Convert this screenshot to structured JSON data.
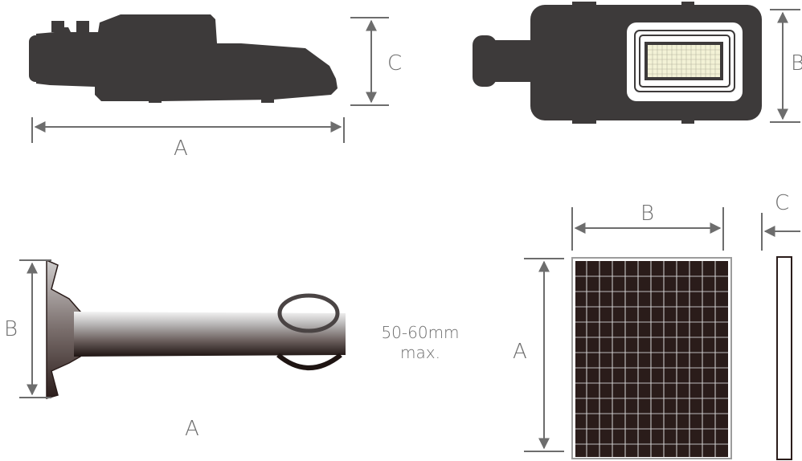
{
  "labels": {
    "lamp_side_length": "A",
    "lamp_side_height": "C",
    "lamp_top_width": "B",
    "bracket_length": "A",
    "bracket_height": "B",
    "pole_diameter_line1": "50-60mm",
    "pole_diameter_line2": "max.",
    "panel_width": "B",
    "panel_height": "A",
    "panel_thickness": "C"
  },
  "colors": {
    "lamp_body": "#3d3a3a",
    "dimension_line": "#6d6d6d",
    "panel_cell": "#2a1c1a",
    "led_light": "#f3f2d6"
  }
}
